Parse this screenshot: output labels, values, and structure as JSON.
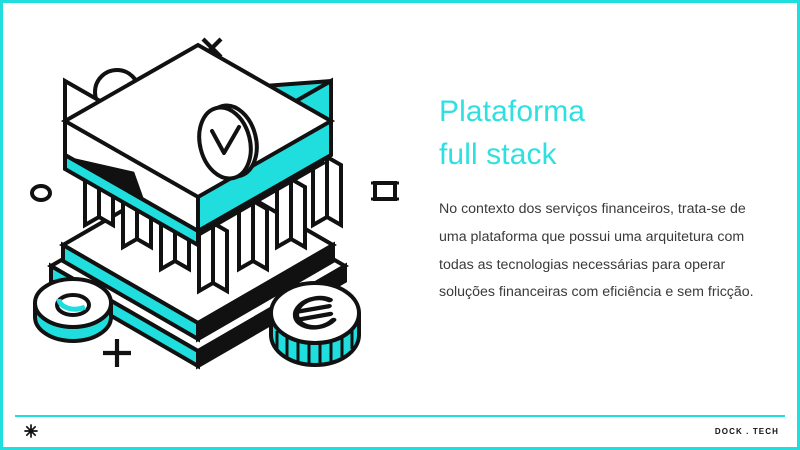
{
  "slide": {
    "background_color": "#FFFFFF",
    "border_color": "#20DEDE",
    "accent_color": "#20DEDE",
    "headline_color": "#2FE0E0",
    "body_text_color": "#3A3A3A"
  },
  "content": {
    "headline": "Plataforma\nfull stack",
    "headline_line_1": "Plataforma",
    "headline_line_2": "full stack",
    "body": "No contexto dos serviços financeiros, trata-se de uma plataforma que possui uma arquitetura com todas as tecnologias necessárias para operar soluções financeiras com eficiência e sem fricção.",
    "body_lines": [
      "No contexto dos serviços financeiros,",
      "trata-se de uma plataforma que possui",
      "uma arquitetura com todas as",
      "tecnologias necessárias para operar",
      "soluções financeiras com eficiência e",
      "sem fricção."
    ]
  },
  "footer": {
    "logo": "DOCK . TECH",
    "mark_icon": "asterisk-icon"
  },
  "illustration": {
    "name": "isometric-bank-illustration",
    "description": "Isometric bank building with columns and cyan roof, surrounded by a euro coin, a torus ring, a clock face, circles and plus marks",
    "elements": [
      {
        "name": "bank-building-icon",
        "fill": "#20DEDE"
      },
      {
        "name": "clock-face-icon",
        "fill": "#FFFFFF"
      },
      {
        "name": "euro-coin-icon",
        "fill": "#20DEDE",
        "symbol": "€"
      },
      {
        "name": "torus-ring-icon",
        "fill": "#20DEDE"
      },
      {
        "name": "crescent-circle-icon",
        "fill": "#20DEDE"
      },
      {
        "name": "small-ellipse-icon",
        "fill": "#111111"
      },
      {
        "name": "square-outline-icon",
        "fill": "#111111"
      },
      {
        "name": "plus-mark-top-icon",
        "fill": "#111111"
      },
      {
        "name": "plus-mark-bottom-icon",
        "fill": "#111111"
      }
    ]
  }
}
